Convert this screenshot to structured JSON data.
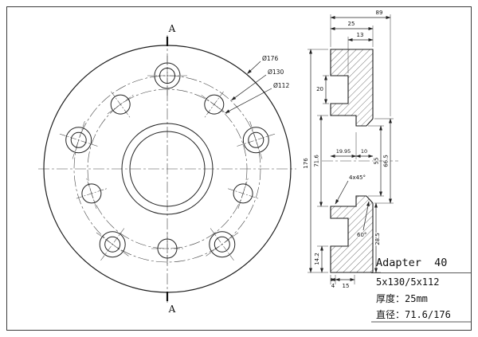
{
  "front_view": {
    "section_label": "A",
    "labels": {
      "outer_dia": "Ø176",
      "bolt_circle_1": "Ø130",
      "bolt_circle_2": "Ø112"
    }
  },
  "section_view": {
    "dims": {
      "top_1": "89",
      "top_2": "25",
      "top_3": "13",
      "left_outer": "176",
      "left_bore": "71.6",
      "left_step": "20",
      "left_bottom": "14.2",
      "right_inner": "55",
      "right_face": "66.5",
      "right_bottom": "28.5",
      "depth_1": "19.95",
      "depth_2": "10",
      "chamfer_note": "4x45°",
      "angle_note": "60°",
      "bottom_1": "4",
      "bottom_2": "15"
    }
  },
  "title_block": {
    "line1": "Adapter  40",
    "line2": "5x130/5x112",
    "line3": "厚度：25mm",
    "line4": "直径：71.6/176"
  }
}
